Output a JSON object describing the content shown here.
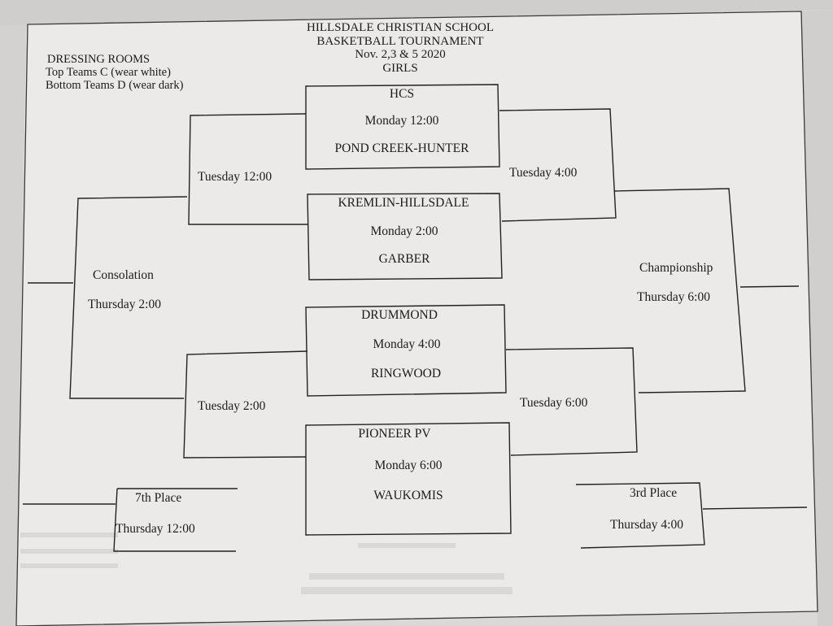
{
  "header": {
    "school": "HILLSDALE CHRISTIAN SCHOOL",
    "event": "BASKETBALL TOURNAMENT",
    "dates": "Nov. 2,3 & 5  2020",
    "division": "GIRLS"
  },
  "dressing_rooms": {
    "title": "DRESSING ROOMS",
    "top": "Top Teams C (wear white)",
    "bottom": "Bottom Teams D (wear dark)"
  },
  "first_round": [
    {
      "top_team": "HCS",
      "time": "Monday  12:00",
      "bottom_team": "POND CREEK-HUNTER"
    },
    {
      "top_team": "KREMLIN-HILLSDALE",
      "time": "Monday  2:00",
      "bottom_team": "GARBER"
    },
    {
      "top_team": "DRUMMOND",
      "time": "Monday   4:00",
      "bottom_team": "RINGWOOD"
    },
    {
      "top_team": "PIONEER PV",
      "time": "Monday  6:00",
      "bottom_team": "WAUKOMIS"
    }
  ],
  "consolation_side": {
    "semi_top": "Tuesday  12:00",
    "semi_bottom": "Tuesday   2:00",
    "final_label": "Consolation",
    "final_time": "Thursday  2:00",
    "place_label": "7th Place",
    "place_time": "Thursday   12:00"
  },
  "championship_side": {
    "semi_top": "Tuesday   4:00",
    "semi_bottom": "Tuesday  6:00",
    "final_label": "Championship",
    "final_time": "Thursday   6:00",
    "place_label": "3rd Place",
    "place_time": "Thursday  4:00"
  }
}
